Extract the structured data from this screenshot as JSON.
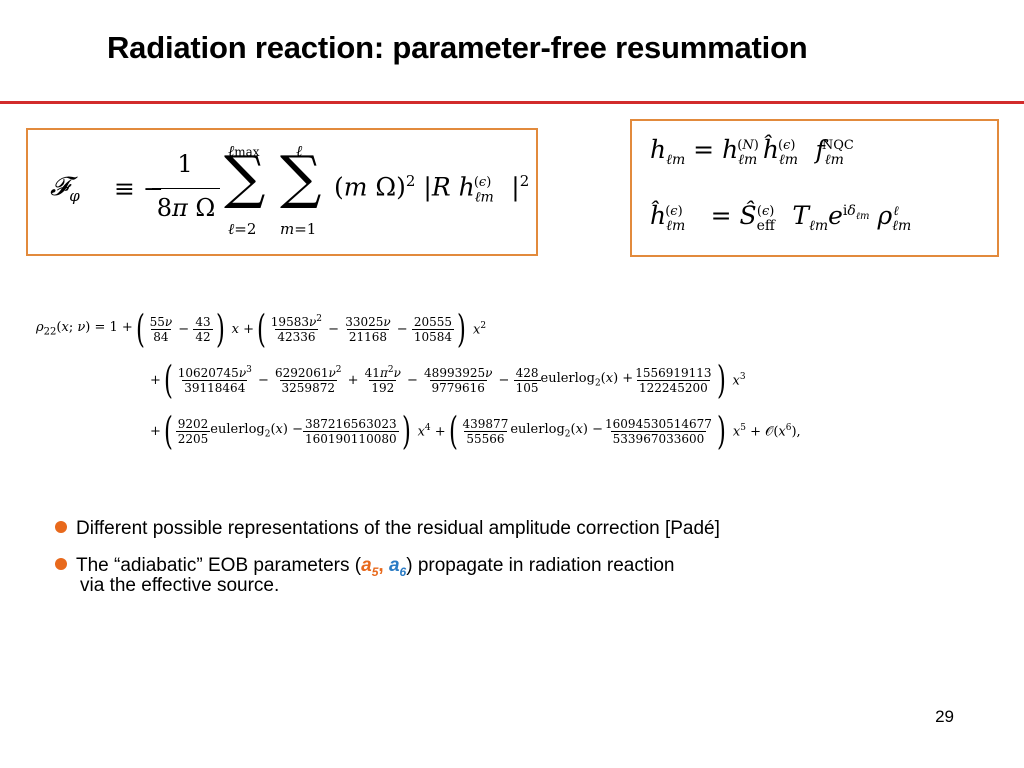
{
  "slide": {
    "title": "Radiation reaction: parameter-free resummation",
    "page_number": "29"
  },
  "formulas": {
    "flux": "F_phi = -(1/(8 pi Omega)) sum_{l=2}^{l_max} sum_{m=1}^{l} (m Omega)^2 |R h_lm^(eps)|^2",
    "factorization_line1": "h_lm = h_lm^(N) hhat_lm^(eps) f_lm^NQC",
    "factorization_line2": "hhat_lm^(eps) = Shat_eff^(eps) T_lm e^(i delta_lm) rho_lm^l",
    "rho22_line1": "rho_22(x;nu) = 1 + (55nu/84 - 43/42) x + (19583nu^2/42336 - 33025nu/21168 - 20555/10584) x^2",
    "rho22_line2": "+ (10620745nu^3/39118464 - 6292061nu^2/3259872 + 41pi^2nu/192 - 48993925nu/9779616 - 428/105 eulerlog_2(x) + 1556919113/122245200) x^3",
    "rho22_line3": "+ (9202/2205 eulerlog_2(x) - 387216563023/160190110080) x^4 + (439877/55566 eulerlog_2(x) - 16094530514677/533967033600) x^5 + O(x^6),"
  },
  "bullets": {
    "item1": "Different possible representations of the residual amplitude correction [Padé]",
    "item2_pre": "The “adiabatic” EOB parameters (",
    "a5_letter": "a",
    "a5_sub": "5",
    "comma": ", ",
    "a6_letter": "a",
    "a6_sub": "6",
    "item2_post": ") propagate in radiation reaction",
    "item2_cont": "via the effective source."
  },
  "colors": {
    "rule": "#d22b2b",
    "box_border": "#e28a3c",
    "bullet": "#e8691c",
    "a5": "#e8691c",
    "a6": "#2a7bc4"
  }
}
